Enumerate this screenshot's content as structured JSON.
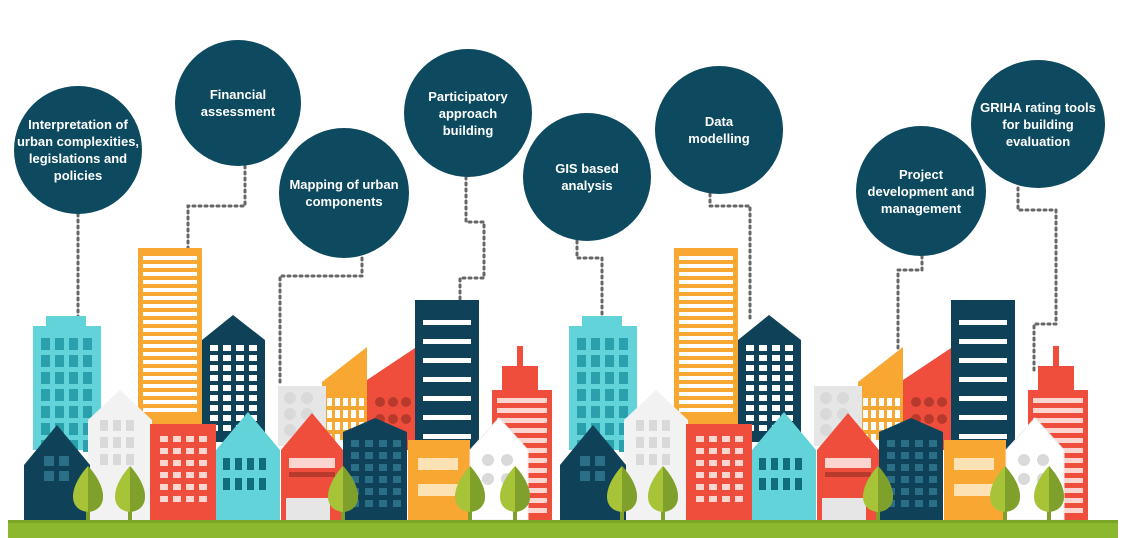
{
  "colors": {
    "bubble": "#0d4a5f",
    "ground": "#8cb82f",
    "ground_edge": "#7aa526",
    "teal": "#0f4158",
    "cyan": "#62d3d8",
    "orange": "#f9a733",
    "red": "#f04e3c",
    "tree": "#a7c337",
    "tree_dark": "#7fa12c",
    "grey": "#d9d9d9",
    "leader": "#666666"
  },
  "bubbles": [
    {
      "id": "interpretation",
      "label": "Interpretation of\nurban complexities,\nlegislations and\npolicies"
    },
    {
      "id": "financial",
      "label": "Financial\nassessment"
    },
    {
      "id": "mapping",
      "label": "Mapping of urban\ncomponents"
    },
    {
      "id": "participatory",
      "label": "Participatory\napproach\nbuilding"
    },
    {
      "id": "gis",
      "label": "GIS based\nanalysis"
    },
    {
      "id": "data",
      "label": "Data\nmodelling"
    },
    {
      "id": "project",
      "label": "Project\ndevelopment and\nmanagement"
    },
    {
      "id": "griha",
      "label": "GRIHA rating tools\nfor building\nevaluation"
    }
  ]
}
